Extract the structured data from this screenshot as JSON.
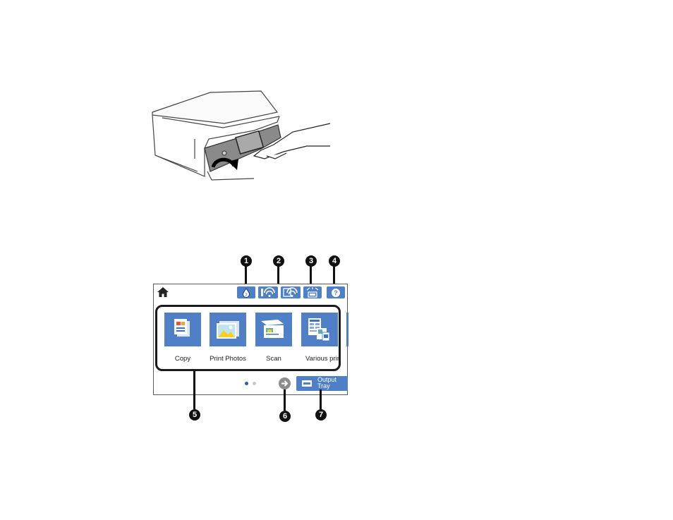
{
  "illustration": {
    "printer": "printer-control-panel-tilt",
    "hand": "hand-icon",
    "arrow": "curved-arrow-icon"
  },
  "home_screen": {
    "home_icon": "home-icon",
    "status_icons": [
      "ink-icon",
      "wifi-direct-icon",
      "wifi-icon",
      "eco-icon",
      "help-icon"
    ],
    "apps": [
      {
        "label": "Copy",
        "icon": "copy-icon"
      },
      {
        "label": "Print Photos",
        "icon": "photo-icon"
      },
      {
        "label": "Scan",
        "icon": "scan-icon"
      },
      {
        "label": "Various prints",
        "icon": "various-prints-icon"
      }
    ],
    "page_dots": {
      "total": 2,
      "active": 1
    },
    "next_icon": "arrow-right-icon",
    "output_tray_label": "Output\nTray"
  },
  "callouts": [
    "1",
    "2",
    "3",
    "4",
    "5",
    "6",
    "7"
  ],
  "colors": {
    "accent": "#4f7fc6",
    "callout": "#111111",
    "dot_active": "#2f5fa7",
    "dot_inactive": "#c8c8c8"
  }
}
